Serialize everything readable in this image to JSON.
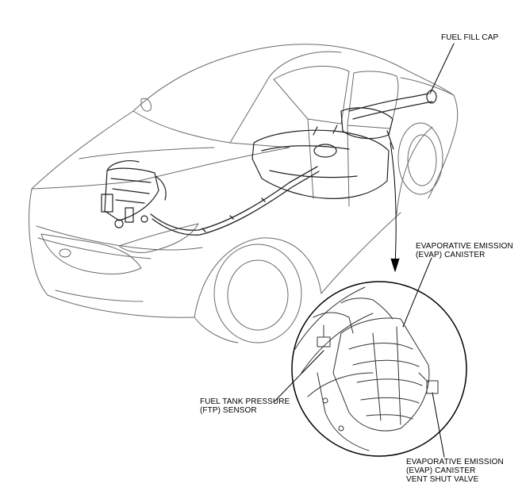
{
  "labels": {
    "fuel_fill_cap": [
      "FUEL FILL CAP"
    ],
    "evap_canister": [
      "EVAPORATIVE EMISSION",
      "(EVAP) CANISTER"
    ],
    "ftp_sensor": [
      "FUEL TANK PRESSURE",
      "(FTP) SENSOR"
    ],
    "evap_vent_valve": [
      "EVAPORATIVE EMISSION",
      "(EVAP) CANISTER",
      "VENT SHUT VALVE"
    ]
  },
  "colors": {
    "line": "#4a4a4a",
    "ink": "#000000",
    "background": "#ffffff"
  }
}
